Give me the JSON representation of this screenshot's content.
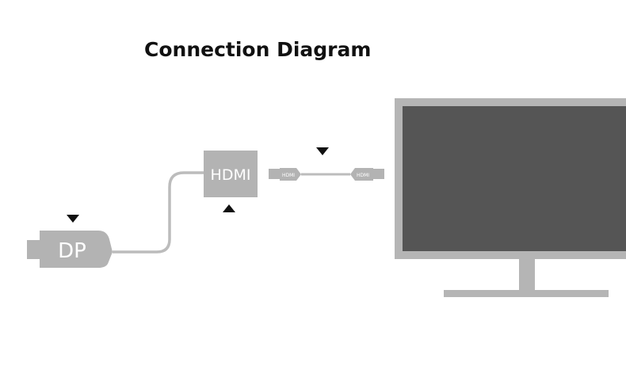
{
  "title": "Connection Diagram",
  "dp_connector": {
    "label": "DP"
  },
  "hdmi_adapter": {
    "label": "HDMI"
  },
  "hdmi_cable": {
    "left_plug_label": "HDMI",
    "right_plug_label": "HDMI"
  },
  "colors": {
    "connector_gray": "#b3b3b3",
    "cable_gray": "#bcbcbc",
    "monitor_frame": "#b5b5b5",
    "monitor_screen": "#555555",
    "arrow": "#111111",
    "title": "#111111"
  }
}
